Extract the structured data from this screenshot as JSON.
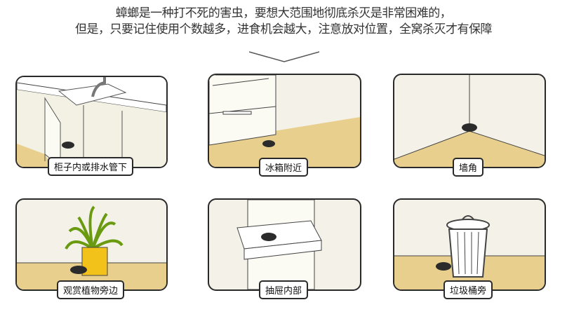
{
  "header": {
    "line1": "蟑螂是一种打不死的害虫，要想大范围地彻底杀灭是非常困难的，",
    "line2": "但是，只要记住使用个数越多，进食机会越大，注意放对位置，全窝杀灭才有保障"
  },
  "panels": [
    {
      "label": "柜子内或排水管下"
    },
    {
      "label": "冰箱附近"
    },
    {
      "label": "墙角"
    },
    {
      "label": "观赏植物旁边"
    },
    {
      "label": "抽屉内部"
    },
    {
      "label": "垃圾桶旁"
    }
  ],
  "colors": {
    "floor": "#e8cf8e",
    "wall": "#f4f2e8",
    "bait": "#2b2b2b",
    "pot": "#f2c21a",
    "plant": "#9ccc2a"
  }
}
